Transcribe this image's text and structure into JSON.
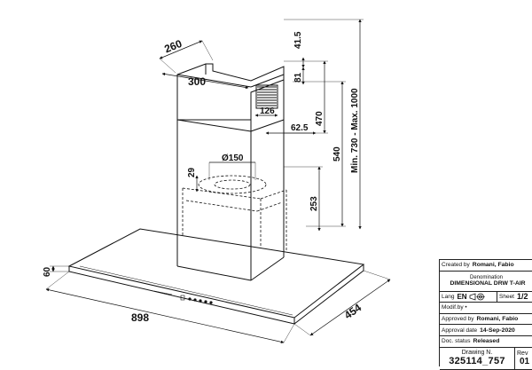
{
  "drawing": {
    "dimensions": {
      "chimney_depth": "260",
      "chimney_width": "300",
      "top_offset": "41.5",
      "slot_height": "81",
      "slot_width": "126",
      "side_offset": "62.5",
      "upper_chimney": "470",
      "lower_height": "540",
      "total_height": "Min. 730 - Max. 1000",
      "outlet_diameter": "Ø150",
      "collar_height": "29",
      "body_height": "253",
      "canopy_thickness": "60",
      "canopy_width": "898",
      "canopy_depth": "454"
    }
  },
  "title_block": {
    "created_by_label": "Created by",
    "created_by": "Romani, Fabio",
    "denomination_label": "Denomination",
    "denomination": "DIMENSIONAL DRW T-AIR",
    "lang_label": "Lang",
    "lang": "EN",
    "sheet_label": "Sheet",
    "sheet": "1/2",
    "modif_label": "Modif.by •",
    "approved_by_label": "Approved by",
    "approved_by": "Romani, Fabio",
    "approval_date_label": "Approval date",
    "approval_date": "14-Sep-2020",
    "doc_status_label": "Doc. status",
    "doc_status": "Released",
    "drawing_no_label": "Drawing N.",
    "drawing_no": "325114_757",
    "rev_label": "Rev",
    "rev": "01"
  }
}
